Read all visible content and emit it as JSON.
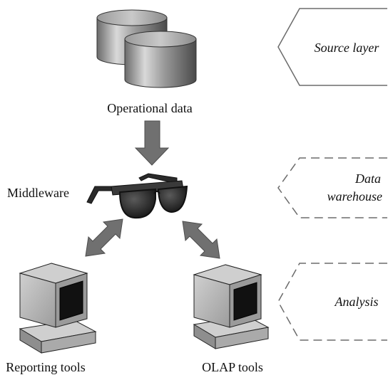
{
  "diagram": {
    "nodes": {
      "operational_data": {
        "label": "Operational data",
        "icon": "database-cylinders-icon"
      },
      "middleware": {
        "label": "Middleware",
        "icon": "sunglasses-icon"
      },
      "reporting_tools": {
        "label": "Reporting tools",
        "icon": "computer-terminal-icon"
      },
      "olap_tools": {
        "label": "OLAP tools",
        "icon": "computer-terminal-icon"
      }
    },
    "layers": [
      {
        "lines": [
          "Source layer"
        ],
        "style": "solid"
      },
      {
        "lines": [
          "Data",
          "warehouse"
        ],
        "style": "dashed"
      },
      {
        "lines": [
          "Analysis"
        ],
        "style": "dashed"
      }
    ],
    "edges": [
      {
        "from": "operational_data",
        "to": "middleware",
        "direction": "one-way"
      },
      {
        "from": "middleware",
        "to": "reporting_tools",
        "direction": "two-way"
      },
      {
        "from": "middleware",
        "to": "olap_tools",
        "direction": "two-way"
      }
    ],
    "colors": {
      "arrow": "#707070",
      "layer_stroke": "#6b6b6b",
      "cylinder_dark": "#555555",
      "cylinder_light": "#d8d8d8",
      "monitor_face": "#bdbdbd",
      "screen": "#111111",
      "text": "#111111"
    }
  }
}
